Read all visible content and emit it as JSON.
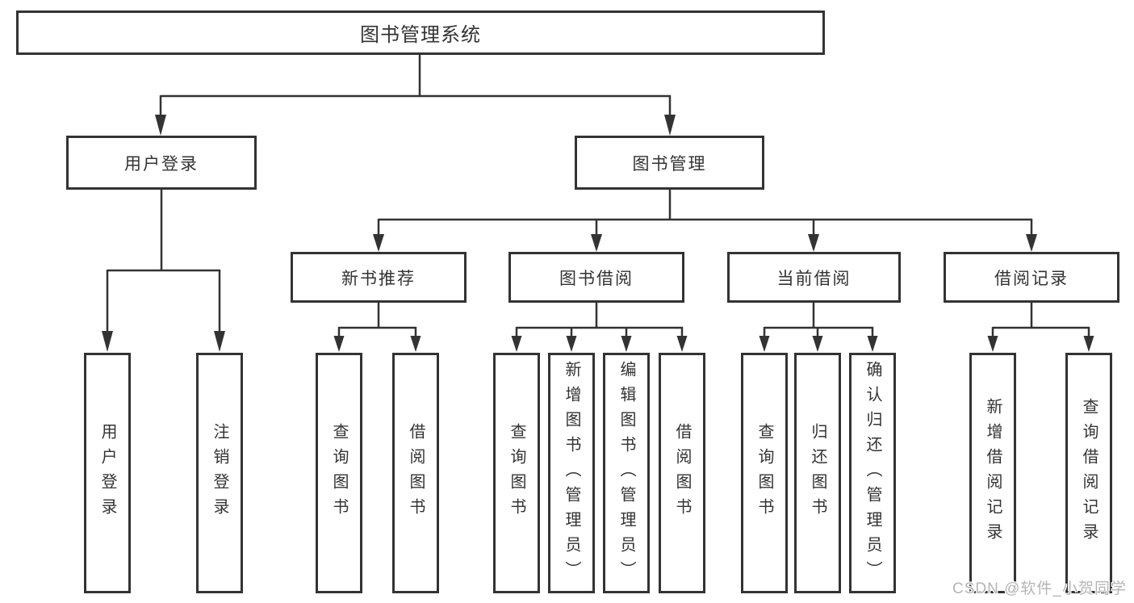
{
  "tree": {
    "root": {
      "label": "图书管理系统"
    },
    "level2": [
      {
        "label": "用户登录"
      },
      {
        "label": "图书管理"
      }
    ],
    "level3": [
      {
        "label": "新书推荐"
      },
      {
        "label": "图书借阅"
      },
      {
        "label": "当前借阅"
      },
      {
        "label": "借阅记录"
      }
    ],
    "leaves": [
      {
        "label": "用户登录"
      },
      {
        "label": "注销登录"
      },
      {
        "label": "查询图书"
      },
      {
        "label": "借阅图书"
      },
      {
        "label": "查询图书"
      },
      {
        "label": "新增图书（管理员）"
      },
      {
        "label": "编辑图书（管理员）"
      },
      {
        "label": "借阅图书"
      },
      {
        "label": "查询图书"
      },
      {
        "label": "归还图书"
      },
      {
        "label": "确认归还（管理员）"
      },
      {
        "label": "新增借阅记录"
      },
      {
        "label": "查询借阅记录"
      }
    ]
  },
  "watermark": {
    "text": "CSDN @软件_小贺同学"
  },
  "colors": {
    "line": "#333333",
    "text": "#333333",
    "background": "#ffffff",
    "watermark": "#b5b5b5"
  }
}
